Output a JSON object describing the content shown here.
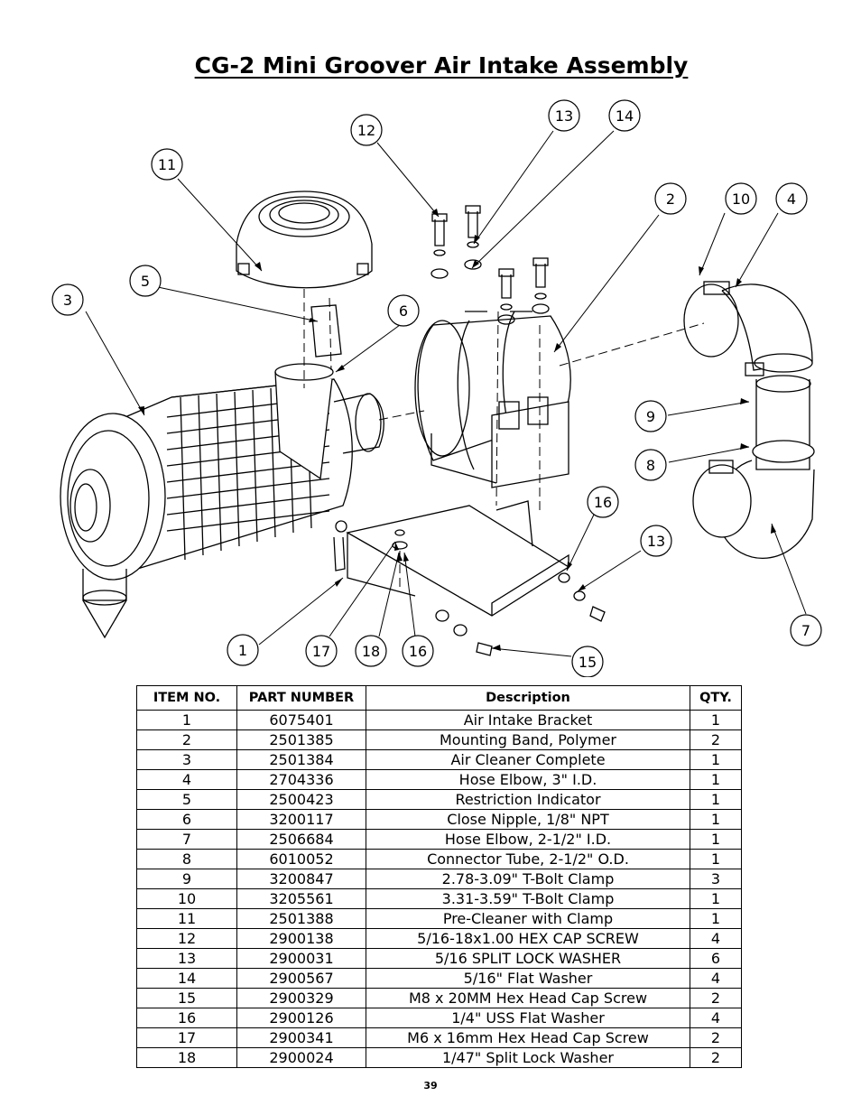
{
  "title": "CG-2 Mini Groover Air Intake Assembly",
  "callouts": [
    "1",
    "2",
    "3",
    "4",
    "5",
    "6",
    "7",
    "8",
    "9",
    "10",
    "11",
    "12",
    "13",
    "13",
    "14",
    "15",
    "16",
    "16",
    "17",
    "18"
  ],
  "table": {
    "headers": [
      "ITEM NO.",
      "PART NUMBER",
      "Description",
      "QTY."
    ],
    "rows": [
      [
        "1",
        "6075401",
        "Air Intake Bracket",
        "1"
      ],
      [
        "2",
        "2501385",
        "Mounting Band, Polymer",
        "2"
      ],
      [
        "3",
        "2501384",
        "Air Cleaner Complete",
        "1"
      ],
      [
        "4",
        "2704336",
        "Hose Elbow, 3\" I.D.",
        "1"
      ],
      [
        "5",
        "2500423",
        "Restriction Indicator",
        "1"
      ],
      [
        "6",
        "3200117",
        "Close Nipple, 1/8\" NPT",
        "1"
      ],
      [
        "7",
        "2506684",
        "Hose Elbow, 2-1/2\" I.D.",
        "1"
      ],
      [
        "8",
        "6010052",
        "Connector Tube, 2-1/2\" O.D.",
        "1"
      ],
      [
        "9",
        "3200847",
        "2.78-3.09\" T-Bolt Clamp",
        "3"
      ],
      [
        "10",
        "3205561",
        "3.31-3.59\" T-Bolt Clamp",
        "1"
      ],
      [
        "11",
        "2501388",
        "Pre-Cleaner with Clamp",
        "1"
      ],
      [
        "12",
        "2900138",
        "5/16-18x1.00 HEX CAP SCREW",
        "4"
      ],
      [
        "13",
        "2900031",
        "5/16 SPLIT LOCK WASHER",
        "6"
      ],
      [
        "14",
        "2900567",
        "5/16\" Flat Washer",
        "4"
      ],
      [
        "15",
        "2900329",
        "M8 x 20MM Hex Head Cap Screw",
        "2"
      ],
      [
        "16",
        "2900126",
        "1/4\" USS Flat Washer",
        "4"
      ],
      [
        "17",
        "2900341",
        "M6 x 16mm Hex Head Cap Screw",
        "2"
      ],
      [
        "18",
        "2900024",
        "1/47\" Split Lock Washer",
        "2"
      ]
    ]
  },
  "page_number": "39"
}
